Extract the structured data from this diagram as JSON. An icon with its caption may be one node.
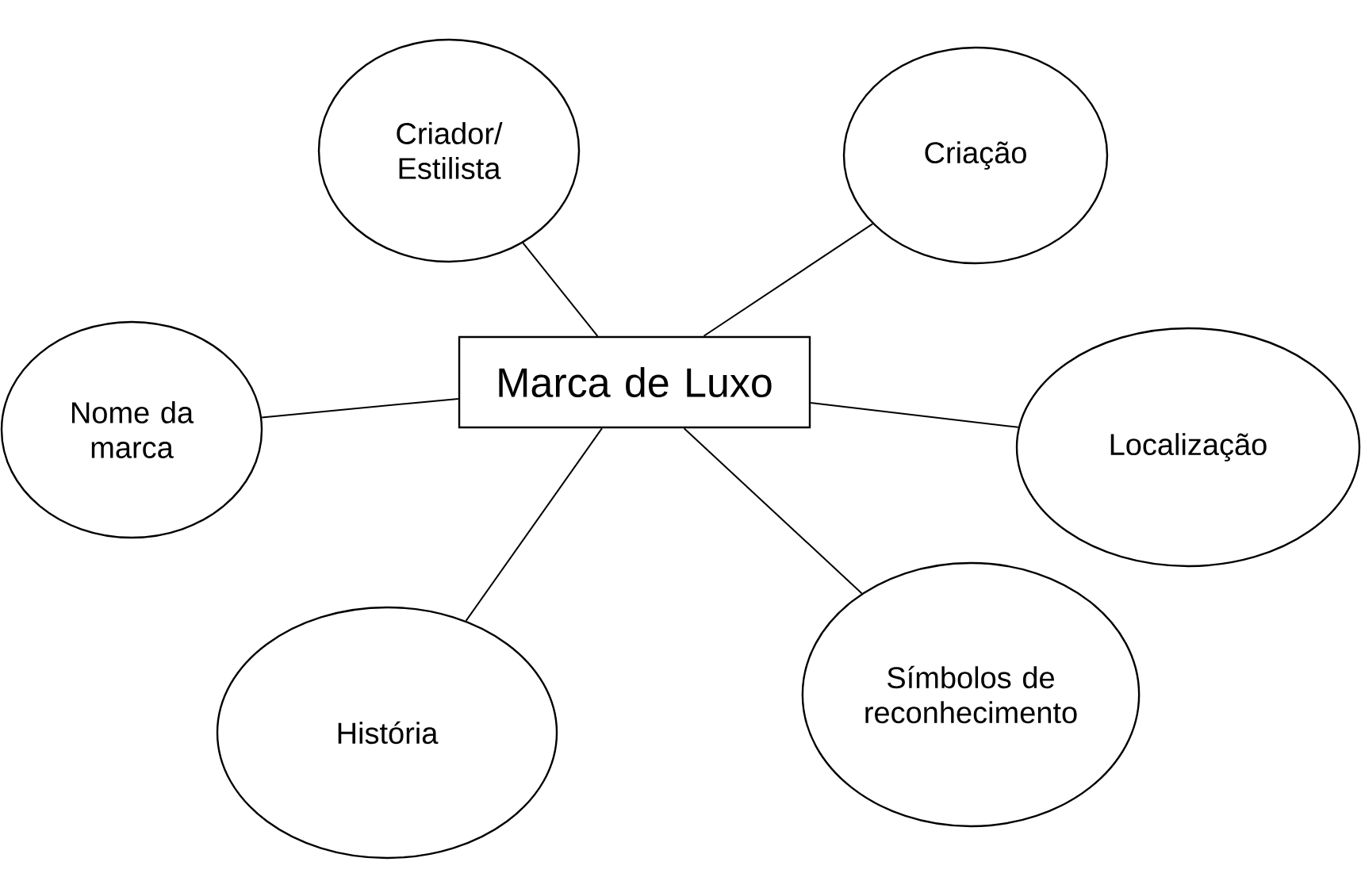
{
  "diagram": {
    "nodes": [
      {
        "text": [
          "Criador/ Estilista"
        ]
      },
      {
        "text": [
          "Criação"
        ]
      },
      {
        "text": [
          "Nome da marca"
        ]
      },
      {
        "text": [
          "Marca de Luxo"
        ]
      },
      {
        "text": [
          "Localização"
        ]
      },
      {
        "text": [
          "História"
        ]
      },
      {
        "text": [
          "Símbolos de reconhecimento"
        ]
      }
    ],
    "edges": [
      {
        "from": 3,
        "to": 0,
        "arrow": "none"
      },
      {
        "from": 3,
        "to": 1,
        "arrow": "none"
      },
      {
        "from": 3,
        "to": 2,
        "arrow": "none"
      },
      {
        "from": 3,
        "to": 4,
        "arrow": "none"
      },
      {
        "from": 3,
        "to": 5,
        "arrow": "none"
      },
      {
        "from": 3,
        "to": 6,
        "arrow": "none"
      }
    ]
  }
}
